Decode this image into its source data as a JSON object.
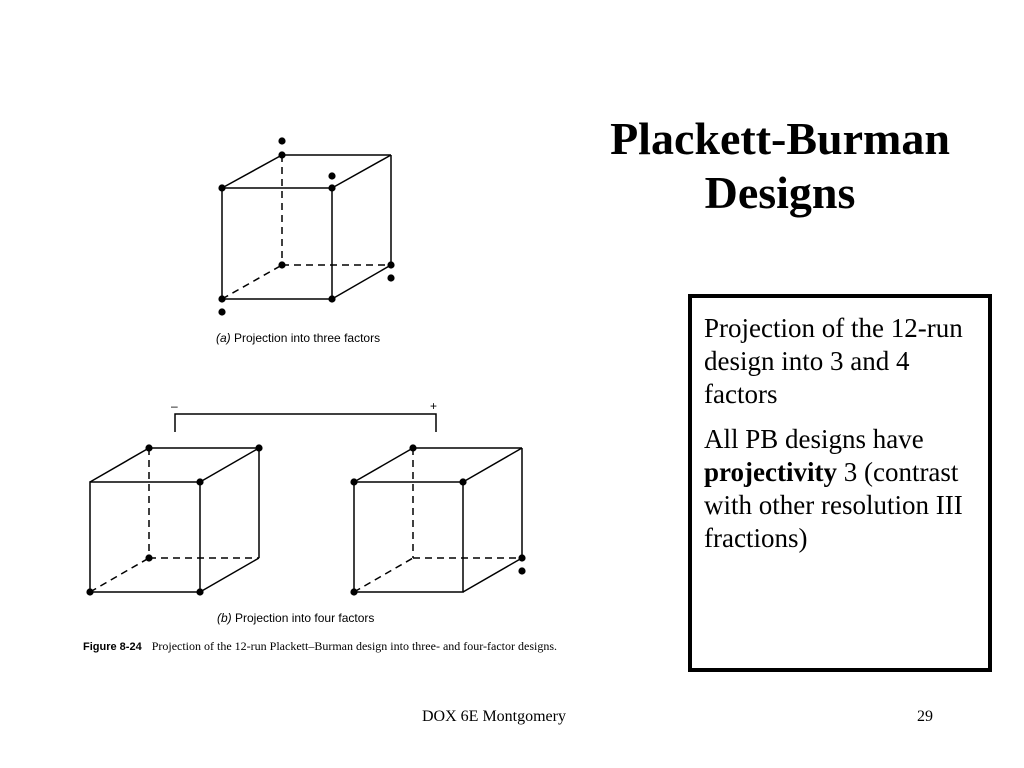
{
  "slide": {
    "title_line1": "Plackett-Burman",
    "title_line2": "Designs",
    "box_para1": "Projection of the 12-run design into 3 and 4 factors",
    "box_para2_pre": "All PB designs have ",
    "box_para2_bold": "projectivity",
    "box_para2_post": " 3 (contrast with other resolution III fractions)",
    "footer_center": "DOX 6E Montgomery",
    "page_number": "29"
  },
  "figure": {
    "caption_a_letter": "(a)",
    "caption_a_text": " Projection into three factors",
    "caption_b_letter": "(b)",
    "caption_b_text": " Projection into four factors",
    "bracket_minus": "–",
    "bracket_plus": "+",
    "figure_label": "Figure 8-24",
    "figure_text": "Projection of the 12-run Plackett–Burman design into three- and four-factor designs."
  }
}
